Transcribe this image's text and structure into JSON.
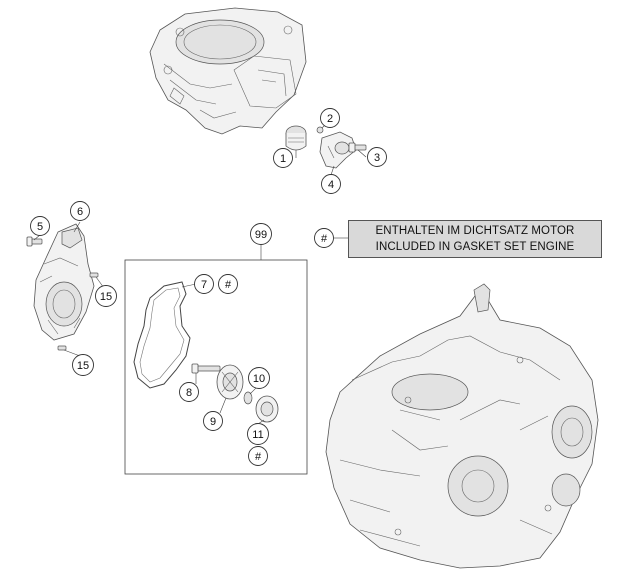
{
  "legend": {
    "symbol": "#",
    "line1": "ENTHALTEN IM DICHTSATZ MOTOR",
    "line2": "INCLUDED IN GASKET SET ENGINE"
  },
  "callouts": {
    "c1": "1",
    "c2": "2",
    "c3": "3",
    "c4": "4",
    "c5": "5",
    "c6": "6",
    "c15a": "15",
    "c15b": "15",
    "c99": "99",
    "c7": "7",
    "c7hash": "#",
    "c8": "8",
    "c9": "9",
    "c10": "10",
    "c11": "11",
    "c11hash": "#"
  },
  "parts": [
    "cylinder",
    "thermostat",
    "thermostat-housing",
    "water-pump-cover",
    "water-pump-gasket",
    "water-pump-impeller",
    "crankcase"
  ]
}
